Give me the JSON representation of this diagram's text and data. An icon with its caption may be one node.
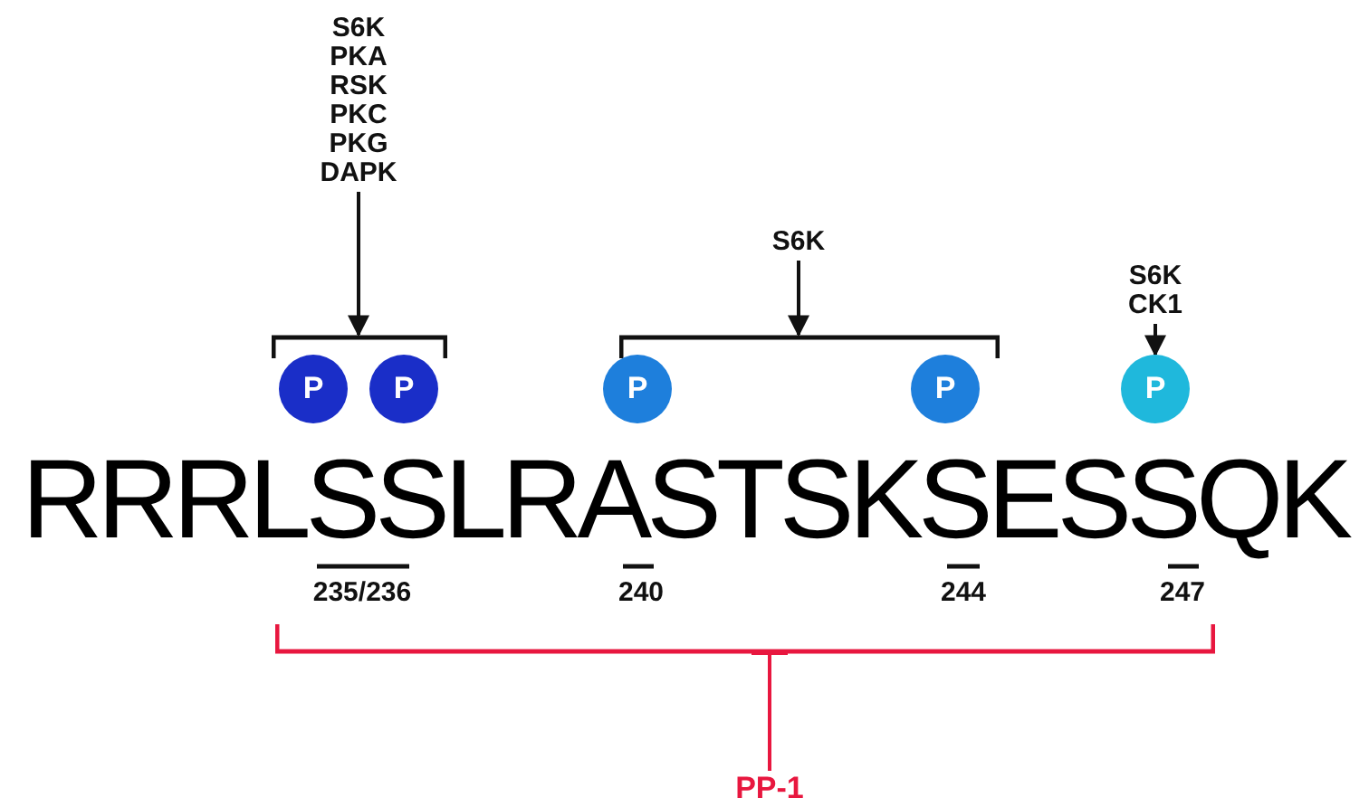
{
  "diagram": {
    "nodes": [
      {
        "text": [
          "S6K PKA RSK PKC PKG DAPK"
        ]
      },
      {
        "text": [
          "S6K"
        ]
      },
      {
        "text": [
          "S6K CK1"
        ]
      },
      {
        "text": [],
        "shape": "bracket"
      },
      {
        "text": [],
        "shape": "bracket"
      },
      {
        "text": [
          "P"
        ]
      },
      {
        "text": [
          "P"
        ]
      },
      {
        "text": [
          "P"
        ]
      },
      {
        "text": [
          "P"
        ]
      },
      {
        "text": [
          "P"
        ]
      },
      {
        "text": [],
        "shape": "bracket"
      },
      {
        "text": [
          "PP-1"
        ]
      }
    ],
    "edges": [
      {
        "from": 0,
        "to": 3,
        "arrow": "to"
      },
      {
        "from": 1,
        "to": 4,
        "arrow": "to"
      },
      {
        "from": 2,
        "to": 9,
        "arrow": "to"
      },
      {
        "from": 11,
        "to": 10,
        "arrow": "other",
        "color": "#e8173f"
      }
    ],
    "labels": [
      "RRRLSSLRASTSKSESSQK",
      "235/236",
      "240",
      "244",
      "247"
    ]
  }
}
